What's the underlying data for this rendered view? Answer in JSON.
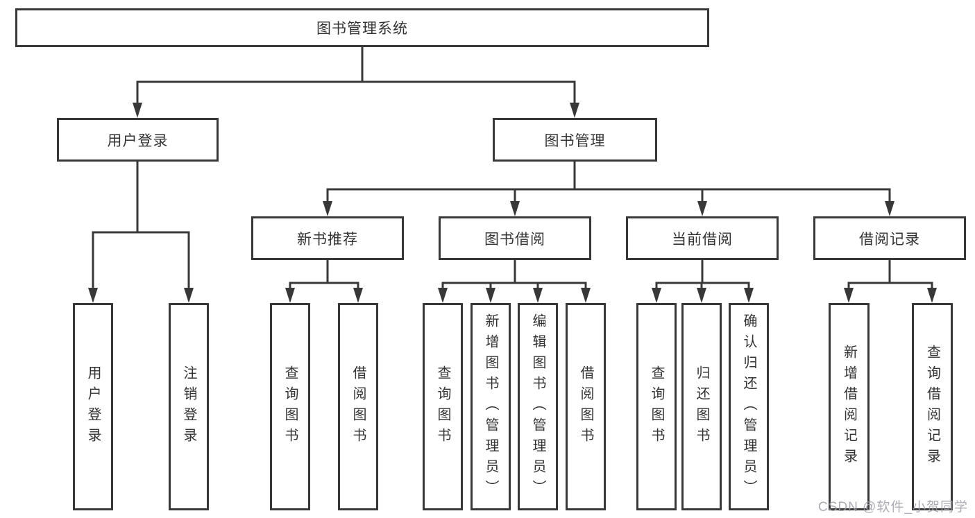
{
  "watermark": "CSDN @软件_小贺同学",
  "colors": {
    "line": "#383838",
    "box_border": "#383838",
    "text": "#333333",
    "watermark": "#9e9ea8",
    "background": "#ffffff"
  },
  "tree": {
    "root": {
      "label": "图书管理系统"
    },
    "branches": [
      {
        "label": "用户登录",
        "children": [
          {
            "label": "用户登录"
          },
          {
            "label": "注销登录"
          }
        ]
      },
      {
        "label": "图书管理",
        "children": [
          {
            "label": "新书推荐",
            "children": [
              {
                "label": "查询图书"
              },
              {
                "label": "借阅图书"
              }
            ]
          },
          {
            "label": "图书借阅",
            "children": [
              {
                "label": "查询图书"
              },
              {
                "label": "新增图书（管理员）"
              },
              {
                "label": "编辑图书（管理员）"
              },
              {
                "label": "借阅图书"
              }
            ]
          },
          {
            "label": "当前借阅",
            "children": [
              {
                "label": "查询图书"
              },
              {
                "label": "归还图书"
              },
              {
                "label": "确认归还（管理员）"
              }
            ]
          },
          {
            "label": "借阅记录",
            "children": [
              {
                "label": "新增借阅记录"
              },
              {
                "label": "查询借阅记录"
              }
            ]
          }
        ]
      }
    ]
  }
}
